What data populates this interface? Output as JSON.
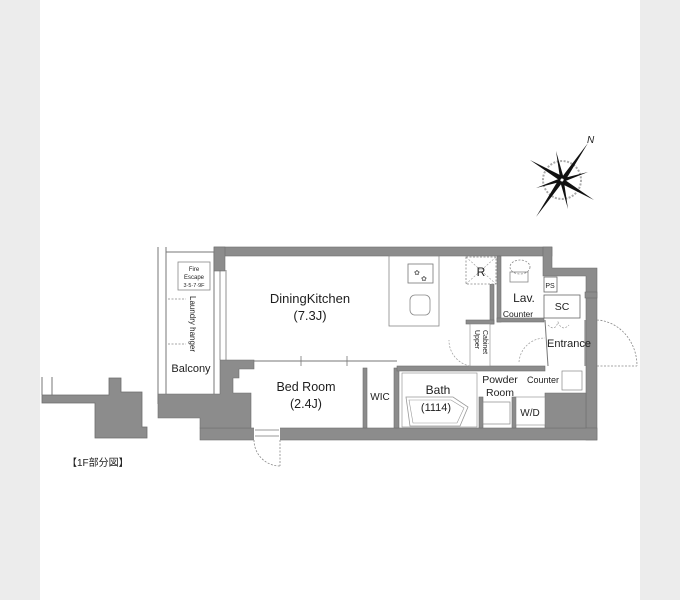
{
  "floorplan": {
    "rooms": {
      "dining_kitchen": {
        "name": "DiningKitchen",
        "size": "(7.3J)"
      },
      "bed_room": {
        "name": "Bed Room",
        "size": "(2.4J)"
      },
      "wic": {
        "name": "WIC"
      },
      "bath": {
        "name": "Bath",
        "size": "(1114)"
      },
      "powder_room": {
        "name_line1": "Powder",
        "name_line2": "Room"
      },
      "lav": {
        "name": "Lav."
      },
      "entrance": {
        "name": "Entrance"
      },
      "balcony": {
        "name": "Balcony"
      }
    },
    "fixtures": {
      "refrigerator": "R",
      "pipe_space": "PS",
      "shoe_cabinet": "SC",
      "lav_counter": "Counter",
      "powder_counter": "Counter",
      "washer_dryer": "W/D",
      "upper_cabinet_line1": "Upper",
      "upper_cabinet_line2": "Cabinet",
      "laundry_hanger": "Laundry hanger",
      "fire_escape_line1": "Fire",
      "fire_escape_line2": "Escape",
      "fire_escape_floors": "3·5·7·9F"
    },
    "inset_label": "【1F部分図】",
    "compass_label": "N"
  },
  "colors": {
    "page_background": "#ececec",
    "sheet": "#ffffff",
    "wall": "#8c8c8c",
    "wall_outline": "#6e6e6e",
    "line": "#555555",
    "text": "#1e1e1e"
  }
}
